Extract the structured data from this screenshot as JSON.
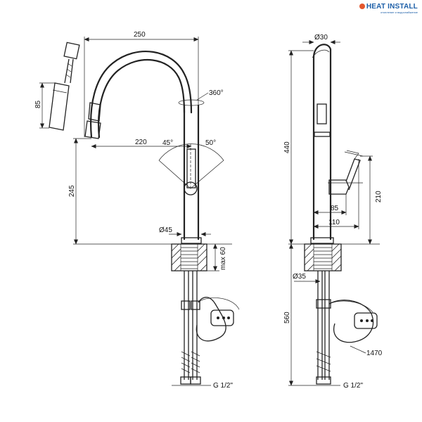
{
  "logo": {
    "name": "HEAT INSTALL",
    "tagline": "отопление и водоснабжение"
  },
  "front_view": {
    "width_total": "250",
    "spout_reach": "220",
    "height_to_aerator": "245",
    "rotation": "360°",
    "handle_angle_left": "45°",
    "handle_angle_right": "50°",
    "base_diameter": "Ø45",
    "max_counter_thickness": "max 60",
    "connection_thread": "G 1/2\""
  },
  "hand_shower": {
    "length": "85"
  },
  "side_view": {
    "top_diameter": "Ø30",
    "total_height": "440",
    "handle_height": "210",
    "handle_offset_small": "85",
    "handle_offset_large": "110",
    "shank_diameter": "Ø35",
    "hose_length_below": "560",
    "pull_hose_length": "1470",
    "connection_thread": "G 1/2\""
  }
}
